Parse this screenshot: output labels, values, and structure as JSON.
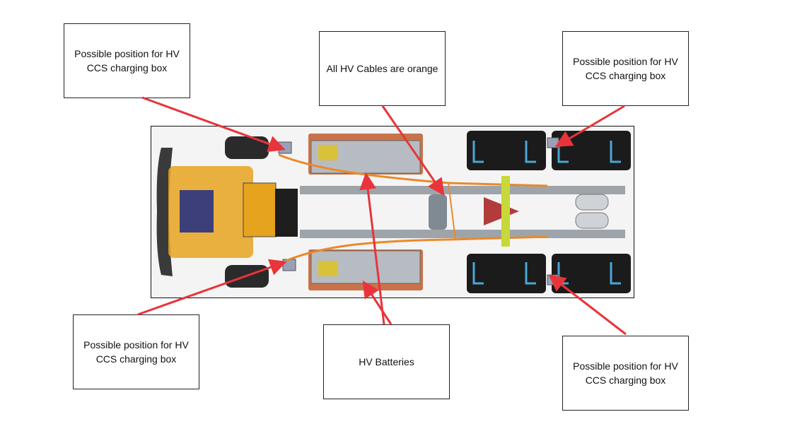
{
  "callouts": {
    "top_left": "Possible position for HV CCS charging box",
    "top_center": "All HV Cables are orange",
    "top_right": "Possible position for HV CCS charging box",
    "bottom_left": "Possible position for HV CCS charging box",
    "bottom_center": "HV Batteries",
    "bottom_right": "Possible position for HV CCS charging box"
  },
  "colors": {
    "arrow": "#e8343a",
    "hv_cable": "#e88a2a",
    "battery_housing": "#c8734a",
    "chassis_rail": "#9ea4aa",
    "tank": "#1b1b1b",
    "cooling_pipe": "#4aa6d6",
    "front_subframe": "#e6a31e"
  },
  "icons": [
    "charging-box-icon",
    "battery-icon",
    "wheel-icon"
  ]
}
